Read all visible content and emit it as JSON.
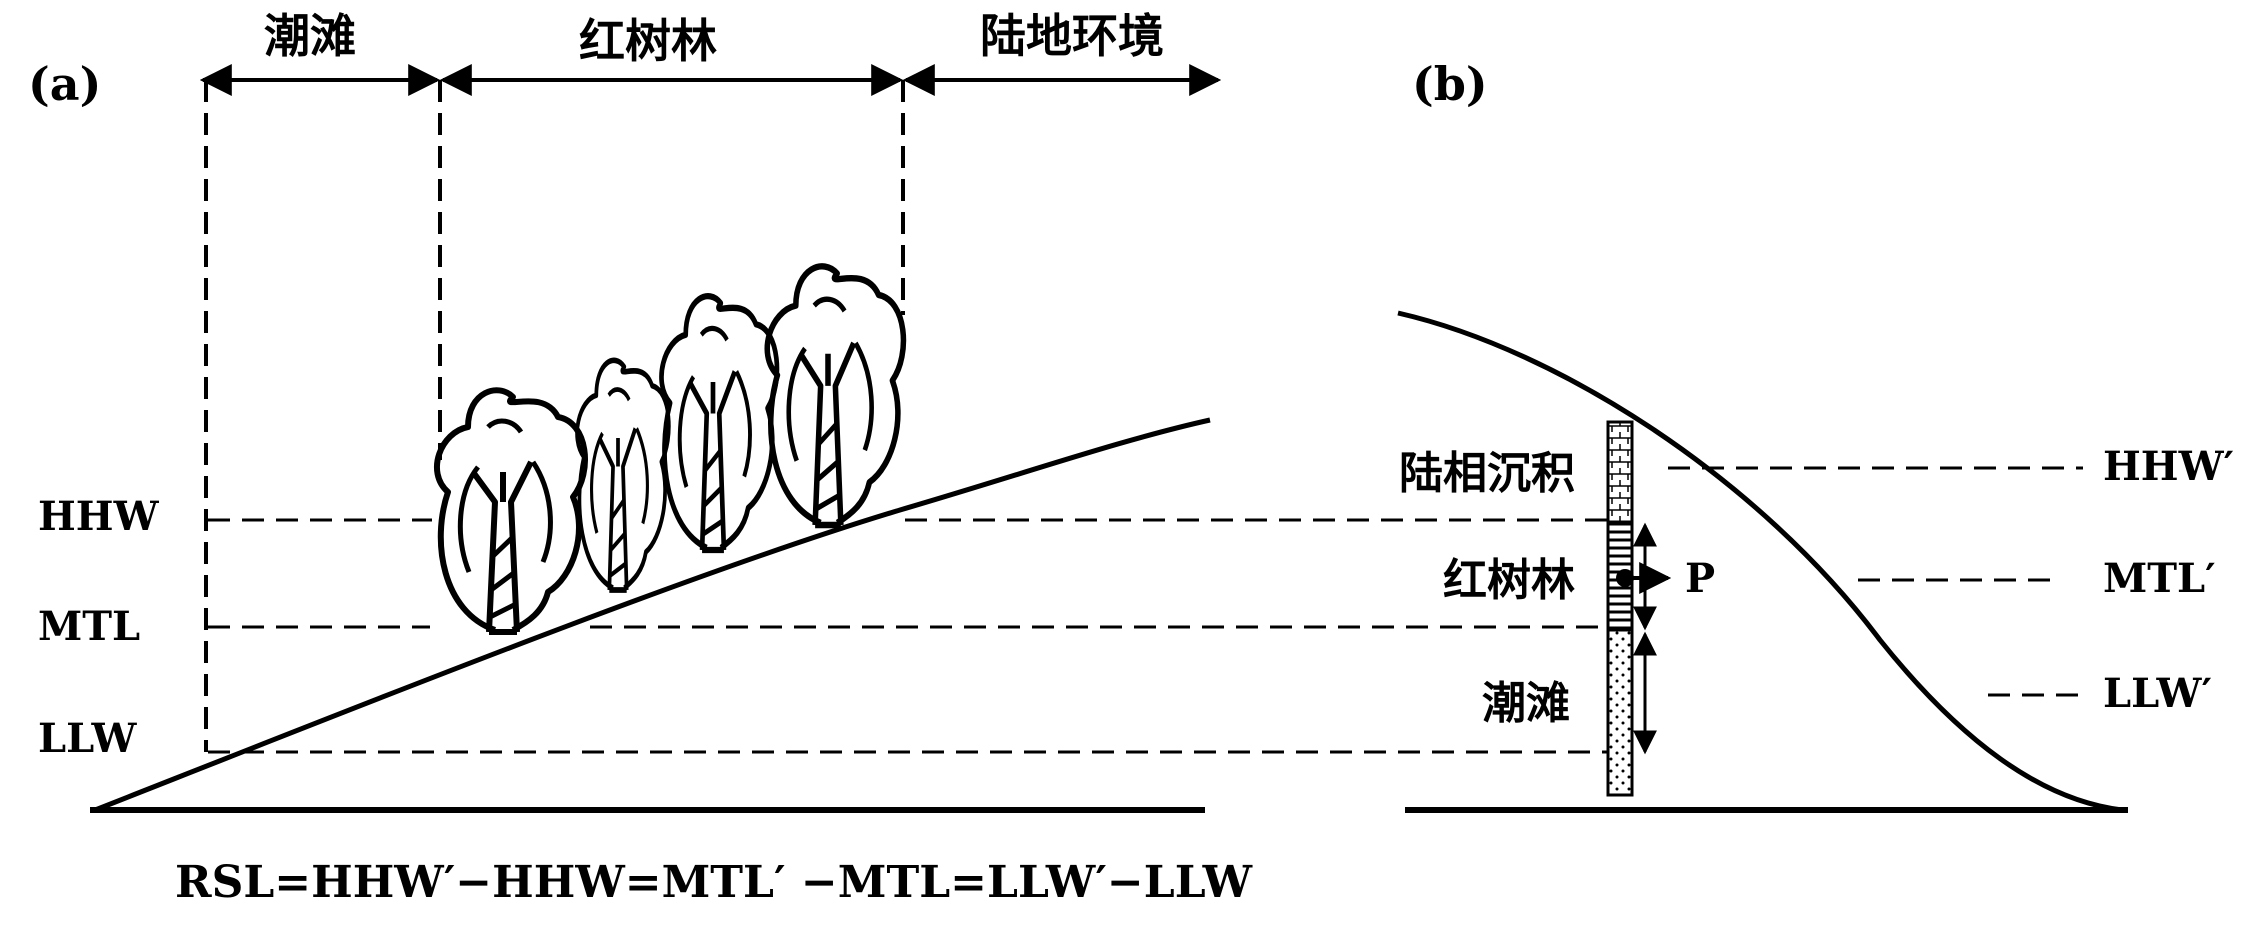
{
  "panel_a": {
    "label": "(a)",
    "zones": [
      "潮滩",
      "红树林",
      "陆地环境"
    ],
    "levels": [
      "HHW",
      "MTL",
      "LLW"
    ]
  },
  "panel_b": {
    "label": "(b)",
    "core_units": [
      "陆相沉积",
      "红树林",
      "潮滩"
    ],
    "point_label": "P",
    "levels": [
      "HHW′",
      "MTL′",
      "LLW′"
    ]
  },
  "equation": "RSL=HHW′−HHW=MTL′ −MTL=LLW′−LLW"
}
